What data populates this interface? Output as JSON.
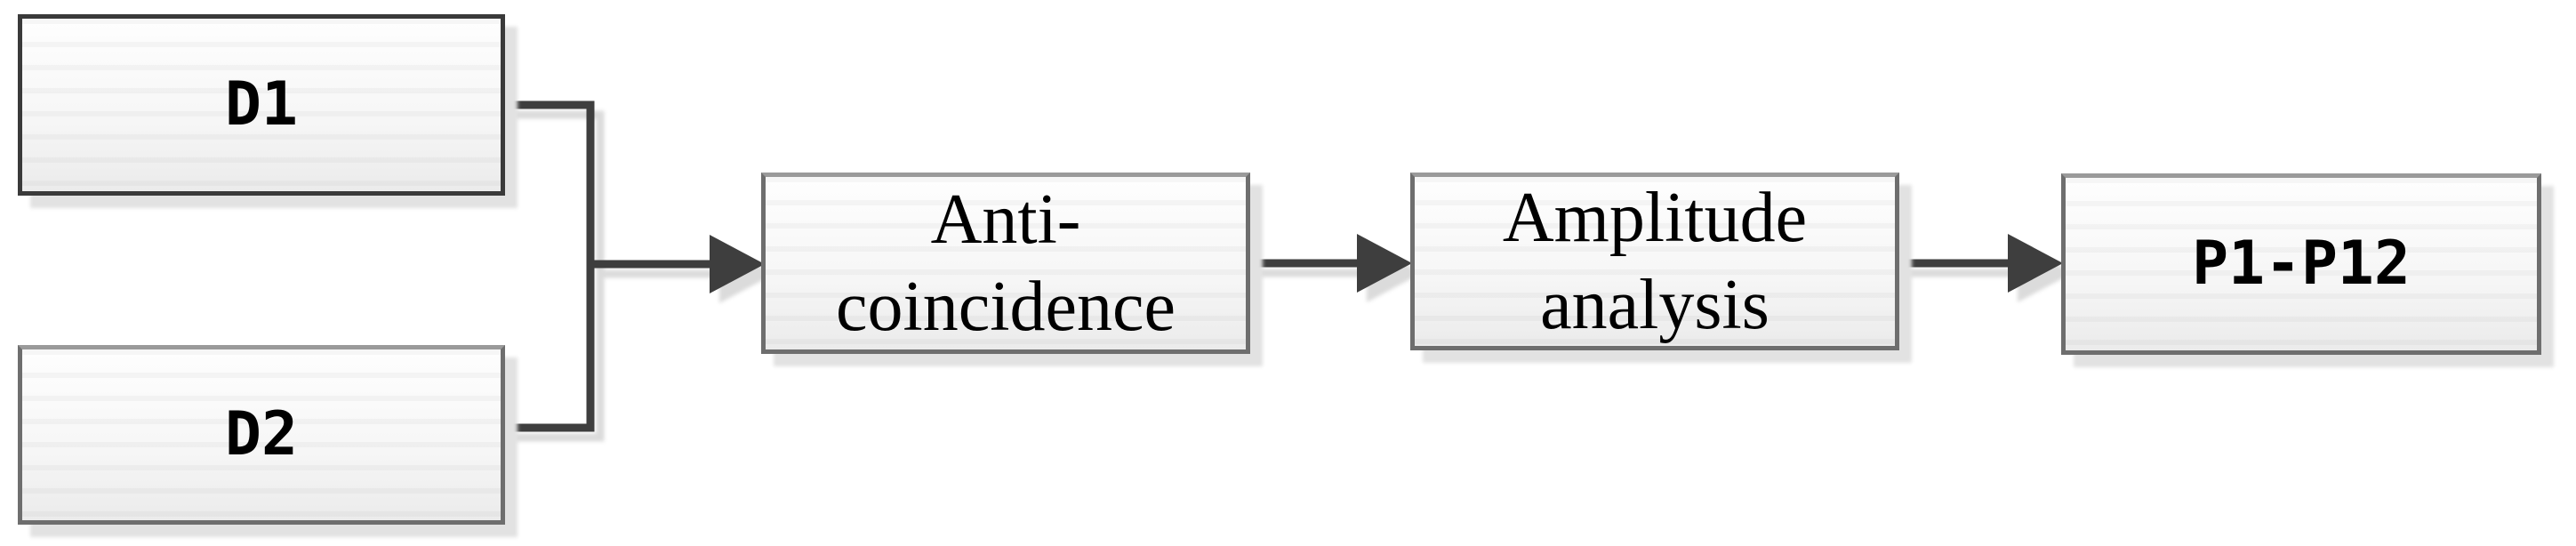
{
  "colors": {
    "canvas-bg": "#ffffff",
    "connector": "#3e3e3e",
    "node-border": "#6e6e6e",
    "node-border-top": "#9a9a9a",
    "node-border-dark": "#3a3a3a",
    "node-shadow": "#e2e2e2",
    "node-fill-top": "#fefefe",
    "node-fill-bottom": "#ebebeb",
    "label": "#000000"
  },
  "diagram": {
    "type": "flow-block-diagram",
    "nodes": [
      {
        "id": "d1",
        "lines": [
          "D1"
        ]
      },
      {
        "id": "d2",
        "lines": [
          "D2"
        ]
      },
      {
        "id": "anti-coincidence",
        "lines": [
          "Anti-",
          "coincidence"
        ]
      },
      {
        "id": "amplitude-analysis",
        "lines": [
          "Amplitude",
          "analysis"
        ]
      },
      {
        "id": "p1-p12",
        "lines": [
          "P1-P12"
        ]
      }
    ],
    "connections": [
      {
        "from": "d1",
        "to": "anti-coincidence",
        "via": "merge-junction",
        "arrow": true
      },
      {
        "from": "d2",
        "to": "anti-coincidence",
        "via": "merge-junction",
        "arrow": true
      },
      {
        "from": "anti-coincidence",
        "to": "amplitude-analysis",
        "arrow": true
      },
      {
        "from": "amplitude-analysis",
        "to": "p1-p12",
        "arrow": true
      }
    ]
  }
}
